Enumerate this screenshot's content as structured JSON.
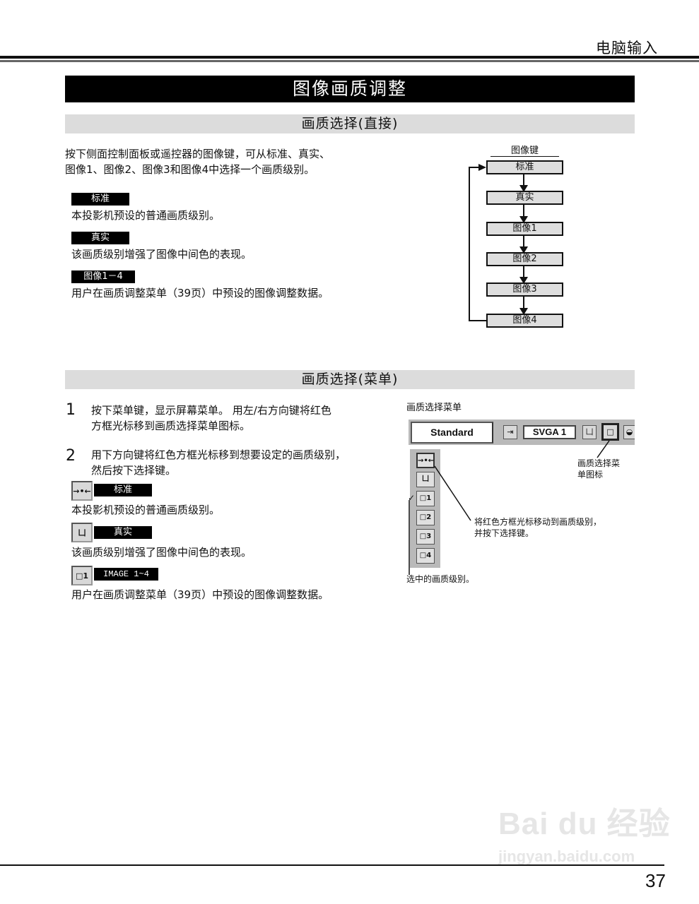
{
  "header": {
    "section_title": "电脑输入"
  },
  "page_title": "图像画质调整",
  "section_direct": {
    "title": "画质选择(直接)",
    "intro_line1": "按下侧面控制面板或遥控器的图像键，可从标准、真实、",
    "intro_line2": "图像1、图像2、图像3和图像4中选择一个画质级别。",
    "items": [
      {
        "tag": "标准",
        "desc": "本投影机预设的普通画质级别。"
      },
      {
        "tag": "真实",
        "desc": "该画质级别增强了图像中间色的表现。"
      },
      {
        "tag": "图像1－4",
        "desc": "用户在画质调整菜单（39页）中预设的图像调整数据。"
      }
    ],
    "flow": {
      "title": "图像键",
      "boxes": [
        "标准",
        "真实",
        "图像1",
        "图像2",
        "图像3",
        "图像4"
      ]
    }
  },
  "section_menu": {
    "title": "画质选择(菜单)",
    "steps": [
      {
        "num": "1",
        "line1": "按下菜单键，显示屏幕菜单。 用左/右方向键将红色",
        "line2": "方框光标移到画质选择菜单图标。"
      },
      {
        "num": "2",
        "line1": "用下方向键将红色方框光标移到想要设定的画质级别，",
        "line2": "然后按下选择键。"
      }
    ],
    "items": [
      {
        "icon": "standard-icon",
        "icon_glyph": "→•←",
        "tag": "标准",
        "desc": "本投影机预设的普通画质级别。"
      },
      {
        "icon": "real-icon",
        "icon_glyph": "凵",
        "tag": "真实",
        "desc": "该画质级别增强了图像中间色的表现。"
      },
      {
        "icon": "image1-icon",
        "icon_glyph": "□1",
        "tag": "IMAGE 1~4",
        "desc": "用户在画质调整菜单（39页）中预设的图像调整数据。"
      }
    ],
    "figure": {
      "caption": "画质选择菜单",
      "menu_standard": "Standard",
      "menu_svga": "SVGA 1",
      "side_icons": [
        "→•←",
        "凵",
        "□1",
        "□2",
        "□3",
        "□4"
      ],
      "checkmark": "✓",
      "callout_icon_line1": "画质选择菜",
      "callout_icon_line2": "单图标",
      "callout_move_line1": "将红色方框光标移动到画质级别，",
      "callout_move_line2": "并按下选择键。",
      "callout_selected": "选中的画质级别。"
    }
  },
  "footer": {
    "page_number": "37"
  },
  "watermark": {
    "brand": "Bai du 经验",
    "url": "jingyan.baidu.com"
  }
}
